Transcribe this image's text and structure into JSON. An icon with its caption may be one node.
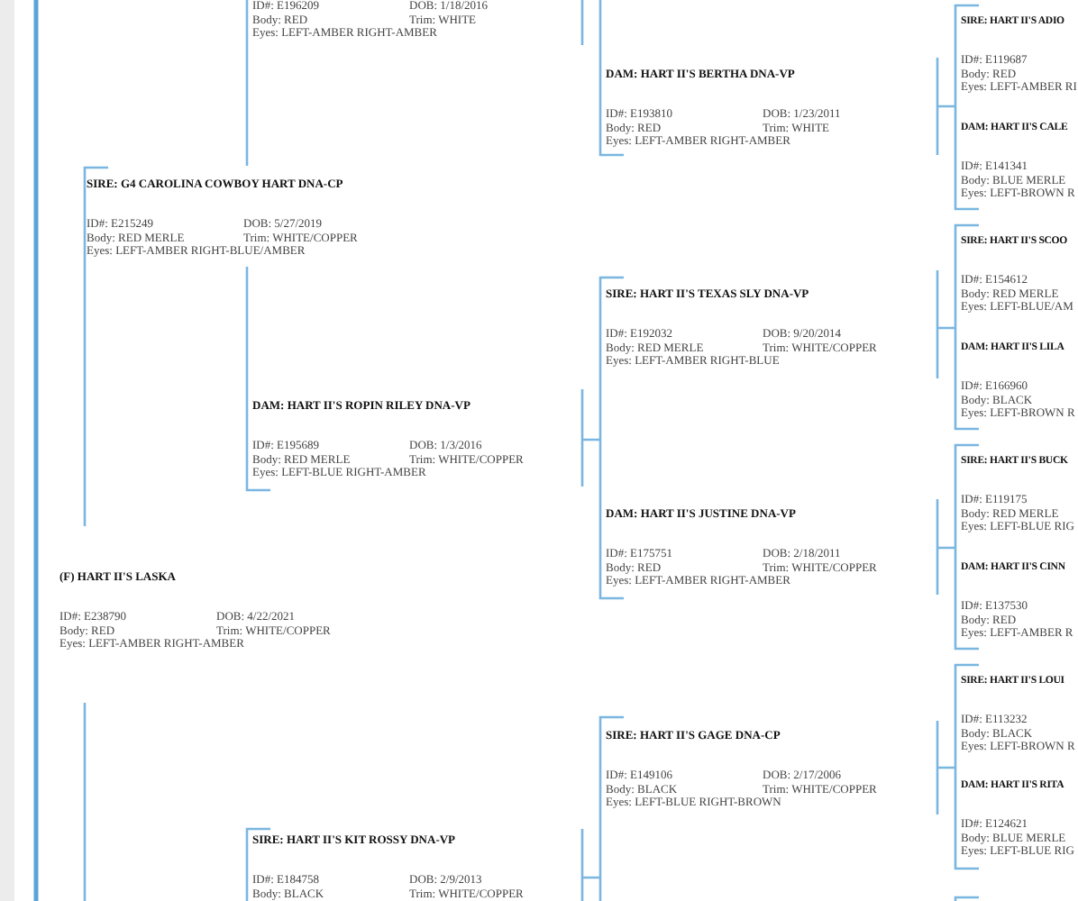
{
  "diagram": {
    "nodes": [
      {
        "text": [
          "(F) HART II'S LASKA",
          "ID#: E238790",
          "DOB: 4/22/2021",
          "Body: RED",
          "Trim: WHITE/COPPER",
          "Eyes: LEFT-AMBER RIGHT-AMBER"
        ]
      },
      {
        "text": [
          "SIRE: G4 CAROLINA COWBOY HART DNA-CP",
          "ID#: E215249",
          "DOB: 5/27/2019",
          "Body: RED MERLE",
          "Trim: WHITE/COPPER",
          "Eyes: LEFT-AMBER RIGHT-BLUE/AMBER"
        ]
      },
      {
        "text": [
          "ID#: E196209",
          "DOB: 1/18/2016",
          "Body: RED",
          "Trim: WHITE",
          "Eyes: LEFT-AMBER RIGHT-AMBER"
        ]
      },
      {
        "text": [
          "DAM: HART II'S ROPIN RILEY DNA-VP",
          "ID#: E195689",
          "DOB: 1/3/2016",
          "Body: RED MERLE",
          "Trim: WHITE/COPPER",
          "Eyes: LEFT-BLUE RIGHT-AMBER"
        ]
      },
      {
        "text": [
          "SIRE: HART II'S KIT ROSSY DNA-VP",
          "ID#: E184758",
          "DOB: 2/9/2013",
          "Body: BLACK",
          "Trim: WHITE/COPPER"
        ]
      },
      {
        "text": [
          "DAM: HART II'S BERTHA DNA-VP",
          "ID#: E193810",
          "DOB: 1/23/2011",
          "Body: RED",
          "Trim: WHITE",
          "Eyes: LEFT-AMBER RIGHT-AMBER"
        ]
      },
      {
        "text": [
          "SIRE: HART II'S TEXAS SLY DNA-VP",
          "ID#: E192032",
          "DOB: 9/20/2014",
          "Body: RED MERLE",
          "Trim: WHITE/COPPER",
          "Eyes: LEFT-AMBER RIGHT-BLUE"
        ]
      },
      {
        "text": [
          "DAM: HART II'S JUSTINE DNA-VP",
          "ID#: E175751",
          "DOB: 2/18/2011",
          "Body: RED",
          "Trim: WHITE/COPPER",
          "Eyes: LEFT-AMBER RIGHT-AMBER"
        ]
      },
      {
        "text": [
          "SIRE: HART II'S GAGE DNA-CP",
          "ID#: E149106",
          "DOB: 2/17/2006",
          "Body: BLACK",
          "Trim: WHITE/COPPER",
          "Eyes: LEFT-BLUE RIGHT-BROWN"
        ]
      },
      {
        "text": [
          "SIRE: HART II'S ADIO",
          "ID#: E119687",
          "Body: RED",
          "Eyes: LEFT-AMBER RI"
        ]
      },
      {
        "text": [
          "DAM: HART II'S CALE",
          "ID#: E141341",
          "Body: BLUE MERLE",
          "Eyes: LEFT-BROWN R"
        ]
      },
      {
        "text": [
          "SIRE: HART II'S SCOO",
          "ID#: E154612",
          "Body: RED MERLE",
          "Eyes: LEFT-BLUE/AM"
        ]
      },
      {
        "text": [
          "DAM: HART II'S LILA",
          "ID#: E166960",
          "Body: BLACK",
          "Eyes: LEFT-BROWN R"
        ]
      },
      {
        "text": [
          "SIRE: HART II'S BUCK",
          "ID#: E119175",
          "Body: RED MERLE",
          "Eyes: LEFT-BLUE RIG"
        ]
      },
      {
        "text": [
          "DAM: HART II'S CINN",
          "ID#: E137530",
          "Body: RED",
          "Eyes: LEFT-AMBER R"
        ]
      },
      {
        "text": [
          "SIRE: HART II'S LOUI",
          "ID#: E113232",
          "Body: BLACK",
          "Eyes: LEFT-BROWN R"
        ]
      },
      {
        "text": [
          "DAM: HART II'S RITA",
          "ID#: E124621",
          "Body: BLUE MERLE",
          "Eyes: LEFT-BLUE RIG"
        ]
      }
    ]
  }
}
